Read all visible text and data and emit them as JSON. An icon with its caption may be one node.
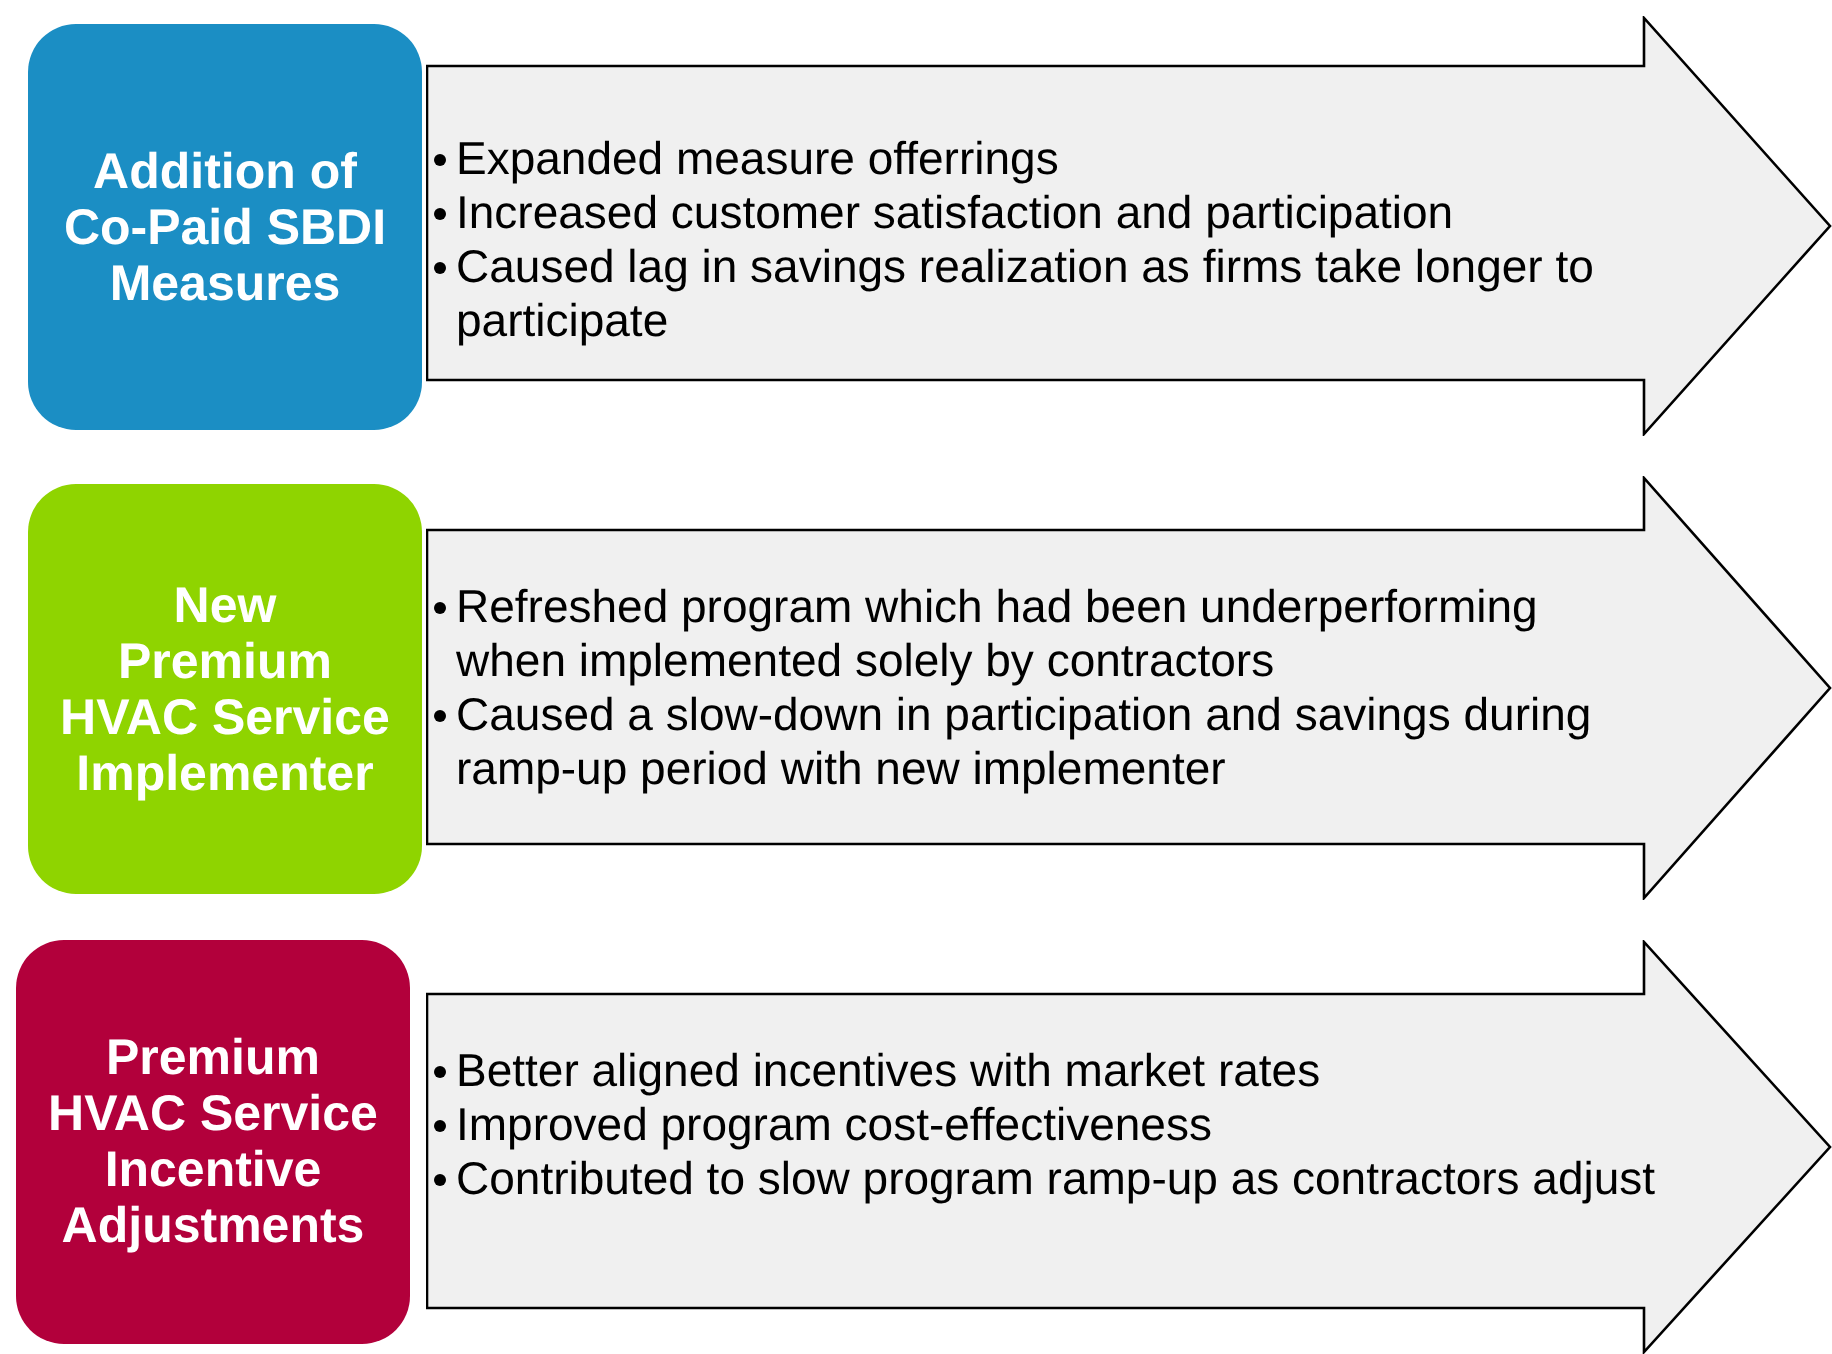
{
  "diagram": {
    "nodes": [
      {
        "text": [
          "Addition of Co-Paid SBDI Measures"
        ]
      },
      {
        "text": [
          "Expanded measure offerrings",
          "Increased customer satisfaction and participation",
          "Caused lag in savings realization as firms take longer to participate"
        ]
      },
      {
        "text": [
          "New Premium HVAC Service Implementer"
        ]
      },
      {
        "text": [
          "Refreshed program which had been underperforming when implemented solely by contractors",
          "Caused a slow-down in participation and savings during ramp-up period with new implementer"
        ]
      },
      {
        "text": [
          "Premium HVAC Service Incentive Adjustments"
        ]
      },
      {
        "text": [
          "Better aligned incentives with market rates",
          "Improved program cost-effectiveness",
          "Contributed to slow program ramp-up as contractors adjust"
        ]
      }
    ]
  }
}
